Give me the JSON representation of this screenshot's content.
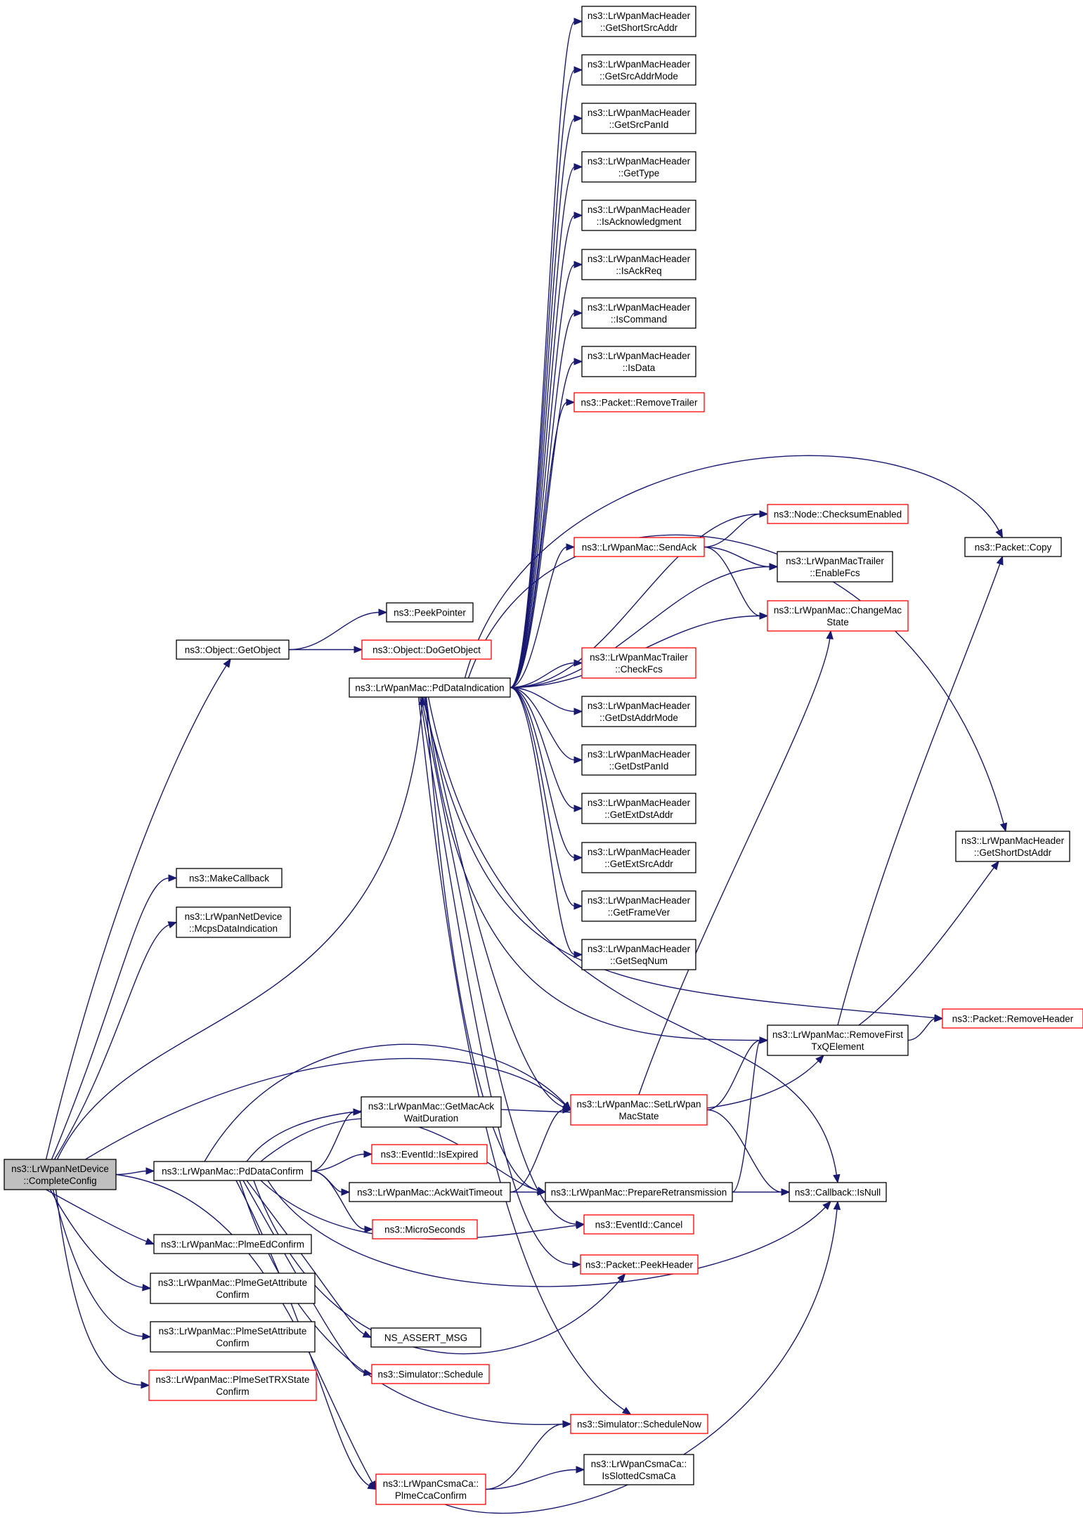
{
  "colors": {
    "edge": "#191970",
    "node_border": "#000000",
    "node_border_incomplete": "#ff0000",
    "node_fill": "#ffffff",
    "root_fill": "#bfbfbf"
  },
  "nodes": [
    {
      "id": "root",
      "lines": [
        "ns3::LrWpanNetDevice",
        "::CompleteConfig"
      ],
      "style": "root"
    },
    {
      "id": "getobject",
      "lines": [
        "ns3::Object::GetObject"
      ],
      "style": "normal"
    },
    {
      "id": "peekpointer",
      "lines": [
        "ns3::PeekPointer"
      ],
      "style": "normal"
    },
    {
      "id": "dogetobject",
      "lines": [
        "ns3::Object::DoGetObject"
      ],
      "style": "red"
    },
    {
      "id": "makecallback",
      "lines": [
        "ns3::MakeCallback"
      ],
      "style": "normal"
    },
    {
      "id": "mcpsdataindication",
      "lines": [
        "ns3::LrWpanNetDevice",
        "::McpsDataIndication"
      ],
      "style": "normal"
    },
    {
      "id": "pddataindication",
      "lines": [
        "ns3::LrWpanMac::PdDataIndication"
      ],
      "style": "normal"
    },
    {
      "id": "pddataconfirm",
      "lines": [
        "ns3::LrWpanMac::PdDataConfirm"
      ],
      "style": "normal"
    },
    {
      "id": "plmeedconfirm",
      "lines": [
        "ns3::LrWpanMac::PlmeEdConfirm"
      ],
      "style": "normal"
    },
    {
      "id": "plmegetattr",
      "lines": [
        "ns3::LrWpanMac::PlmeGetAttribute",
        "Confirm"
      ],
      "style": "normal"
    },
    {
      "id": "plmesetattr",
      "lines": [
        "ns3::LrWpanMac::PlmeSetAttribute",
        "Confirm"
      ],
      "style": "normal"
    },
    {
      "id": "plmesettrx",
      "lines": [
        "ns3::LrWpanMac::PlmeSetTRXState",
        "Confirm"
      ],
      "style": "red"
    },
    {
      "id": "getshortsrcaddr",
      "lines": [
        "ns3::LrWpanMacHeader",
        "::GetShortSrcAddr"
      ],
      "style": "normal"
    },
    {
      "id": "getsrcaddrmode",
      "lines": [
        "ns3::LrWpanMacHeader",
        "::GetSrcAddrMode"
      ],
      "style": "normal"
    },
    {
      "id": "getsrcpanid",
      "lines": [
        "ns3::LrWpanMacHeader",
        "::GetSrcPanId"
      ],
      "style": "normal"
    },
    {
      "id": "gettype",
      "lines": [
        "ns3::LrWpanMacHeader",
        "::GetType"
      ],
      "style": "normal"
    },
    {
      "id": "isack",
      "lines": [
        "ns3::LrWpanMacHeader",
        "::IsAcknowledgment"
      ],
      "style": "normal"
    },
    {
      "id": "isackreq",
      "lines": [
        "ns3::LrWpanMacHeader",
        "::IsAckReq"
      ],
      "style": "normal"
    },
    {
      "id": "iscommand",
      "lines": [
        "ns3::LrWpanMacHeader",
        "::IsCommand"
      ],
      "style": "normal"
    },
    {
      "id": "isdata",
      "lines": [
        "ns3::LrWpanMacHeader",
        "::IsData"
      ],
      "style": "normal"
    },
    {
      "id": "removetrailer",
      "lines": [
        "ns3::Packet::RemoveTrailer"
      ],
      "style": "red"
    },
    {
      "id": "checksumenabled",
      "lines": [
        "ns3::Node::ChecksumEnabled"
      ],
      "style": "red"
    },
    {
      "id": "sendack",
      "lines": [
        "ns3::LrWpanMac::SendAck"
      ],
      "style": "red"
    },
    {
      "id": "enablefcs",
      "lines": [
        "ns3::LrWpanMacTrailer",
        "::EnableFcs"
      ],
      "style": "normal"
    },
    {
      "id": "changemacstate",
      "lines": [
        "ns3::LrWpanMac::ChangeMac",
        "State"
      ],
      "style": "red"
    },
    {
      "id": "checkfcs",
      "lines": [
        "ns3::LrWpanMacTrailer",
        "::CheckFcs"
      ],
      "style": "red"
    },
    {
      "id": "getdstaddrmode",
      "lines": [
        "ns3::LrWpanMacHeader",
        "::GetDstAddrMode"
      ],
      "style": "normal"
    },
    {
      "id": "getdstpanid",
      "lines": [
        "ns3::LrWpanMacHeader",
        "::GetDstPanId"
      ],
      "style": "normal"
    },
    {
      "id": "getextdstaddr",
      "lines": [
        "ns3::LrWpanMacHeader",
        "::GetExtDstAddr"
      ],
      "style": "normal"
    },
    {
      "id": "getextsrcaddr",
      "lines": [
        "ns3::LrWpanMacHeader",
        "::GetExtSrcAddr"
      ],
      "style": "normal"
    },
    {
      "id": "getframever",
      "lines": [
        "ns3::LrWpanMacHeader",
        "::GetFrameVer"
      ],
      "style": "normal"
    },
    {
      "id": "getseqnum",
      "lines": [
        "ns3::LrWpanMacHeader",
        "::GetSeqNum"
      ],
      "style": "normal"
    },
    {
      "id": "packetcopy",
      "lines": [
        "ns3::Packet::Copy"
      ],
      "style": "normal"
    },
    {
      "id": "getshortdstaddr",
      "lines": [
        "ns3::LrWpanMacHeader",
        "::GetShortDstAddr"
      ],
      "style": "normal"
    },
    {
      "id": "removeheader",
      "lines": [
        "ns3::Packet::RemoveHeader"
      ],
      "style": "red"
    },
    {
      "id": "removefirsttxq",
      "lines": [
        "ns3::LrWpanMac::RemoveFirst",
        "TxQElement"
      ],
      "style": "normal"
    },
    {
      "id": "getmacackwait",
      "lines": [
        "ns3::LrWpanMac::GetMacAck",
        "WaitDuration"
      ],
      "style": "normal"
    },
    {
      "id": "setlrwpanmacstate",
      "lines": [
        "ns3::LrWpanMac::SetLrWpan",
        "MacState"
      ],
      "style": "red"
    },
    {
      "id": "isexpired",
      "lines": [
        "ns3::EventId::IsExpired"
      ],
      "style": "red"
    },
    {
      "id": "ackwaittimeout",
      "lines": [
        "ns3::LrWpanMac::AckWaitTimeout"
      ],
      "style": "normal"
    },
    {
      "id": "prepareretrans",
      "lines": [
        "ns3::LrWpanMac::PrepareRetransmission"
      ],
      "style": "normal"
    },
    {
      "id": "callbackisnull",
      "lines": [
        "ns3::Callback::IsNull"
      ],
      "style": "normal"
    },
    {
      "id": "microseconds",
      "lines": [
        "ns3::MicroSeconds"
      ],
      "style": "red"
    },
    {
      "id": "eventcancel",
      "lines": [
        "ns3::EventId::Cancel"
      ],
      "style": "red"
    },
    {
      "id": "peekheader",
      "lines": [
        "ns3::Packet::PeekHeader"
      ],
      "style": "red"
    },
    {
      "id": "nsassertmsg",
      "lines": [
        "NS_ASSERT_MSG"
      ],
      "style": "normal"
    },
    {
      "id": "simschedule",
      "lines": [
        "ns3::Simulator::Schedule"
      ],
      "style": "red"
    },
    {
      "id": "simschedulenow",
      "lines": [
        "ns3::Simulator::ScheduleNow"
      ],
      "style": "red"
    },
    {
      "id": "isslottedcsmaca",
      "lines": [
        "ns3::LrWpanCsmaCa::",
        "IsSlottedCsmaCa"
      ],
      "style": "normal"
    },
    {
      "id": "plmeccaconfirm",
      "lines": [
        "ns3::LrWpanCsmaCa::",
        "PlmeCcaConfirm"
      ],
      "style": "red"
    }
  ],
  "edges": [
    [
      "root",
      "getobject"
    ],
    [
      "root",
      "makecallback"
    ],
    [
      "root",
      "mcpsdataindication"
    ],
    [
      "root",
      "pddataindication"
    ],
    [
      "root",
      "pddataconfirm"
    ],
    [
      "root",
      "setlrwpanmacstate"
    ],
    [
      "root",
      "plmeccaconfirm"
    ],
    [
      "root",
      "plmeedconfirm"
    ],
    [
      "root",
      "plmegetattr"
    ],
    [
      "root",
      "plmesetattr"
    ],
    [
      "root",
      "plmesettrx"
    ],
    [
      "getobject",
      "peekpointer"
    ],
    [
      "getobject",
      "dogetobject"
    ],
    [
      "pddataindication",
      "getshortsrcaddr"
    ],
    [
      "pddataindication",
      "getsrcaddrmode"
    ],
    [
      "pddataindication",
      "getsrcpanid"
    ],
    [
      "pddataindication",
      "gettype"
    ],
    [
      "pddataindication",
      "isack"
    ],
    [
      "pddataindication",
      "isackreq"
    ],
    [
      "pddataindication",
      "iscommand"
    ],
    [
      "pddataindication",
      "isdata"
    ],
    [
      "pddataindication",
      "removetrailer"
    ],
    [
      "pddataindication",
      "packetcopy"
    ],
    [
      "pddataindication",
      "getshortdstaddr"
    ],
    [
      "pddataindication",
      "checksumenabled"
    ],
    [
      "pddataindication",
      "sendack"
    ],
    [
      "pddataindication",
      "enablefcs"
    ],
    [
      "pddataindication",
      "changemacstate"
    ],
    [
      "pddataindication",
      "checkfcs"
    ],
    [
      "pddataindication",
      "getdstaddrmode"
    ],
    [
      "pddataindication",
      "getdstpanid"
    ],
    [
      "pddataindication",
      "getextdstaddr"
    ],
    [
      "pddataindication",
      "getextsrcaddr"
    ],
    [
      "pddataindication",
      "getframever"
    ],
    [
      "pddataindication",
      "getseqnum"
    ],
    [
      "pddataindication",
      "removeheader"
    ],
    [
      "pddataindication",
      "removefirsttxq"
    ],
    [
      "pddataindication",
      "setlrwpanmacstate"
    ],
    [
      "pddataindication",
      "callbackisnull"
    ],
    [
      "pddataindication",
      "prepareretrans"
    ],
    [
      "pddataindication",
      "eventcancel"
    ],
    [
      "pddataindication",
      "peekheader"
    ],
    [
      "pddataindication",
      "simschedulenow"
    ],
    [
      "sendack",
      "checksumenabled"
    ],
    [
      "sendack",
      "enablefcs"
    ],
    [
      "sendack",
      "changemacstate"
    ],
    [
      "removefirsttxq",
      "packetcopy"
    ],
    [
      "removefirsttxq",
      "getshortdstaddr"
    ],
    [
      "removefirsttxq",
      "removeheader"
    ],
    [
      "setlrwpanmacstate",
      "changemacstate"
    ],
    [
      "setlrwpanmacstate",
      "removefirsttxq"
    ],
    [
      "setlrwpanmacstate",
      "callbackisnull"
    ],
    [
      "pddataconfirm",
      "setlrwpanmacstate"
    ],
    [
      "pddataconfirm",
      "removefirsttxq"
    ],
    [
      "pddataconfirm",
      "getmacackwait"
    ],
    [
      "pddataconfirm",
      "isexpired"
    ],
    [
      "pddataconfirm",
      "ackwaittimeout"
    ],
    [
      "pddataconfirm",
      "prepareretrans"
    ],
    [
      "pddataconfirm",
      "microseconds"
    ],
    [
      "pddataconfirm",
      "eventcancel"
    ],
    [
      "pddataconfirm",
      "callbackisnull"
    ],
    [
      "pddataconfirm",
      "peekheader"
    ],
    [
      "pddataconfirm",
      "nsassertmsg"
    ],
    [
      "pddataconfirm",
      "simschedule"
    ],
    [
      "pddataconfirm",
      "simschedulenow"
    ],
    [
      "pddataconfirm",
      "plmeccaconfirm"
    ],
    [
      "ackwaittimeout",
      "setlrwpanmacstate"
    ],
    [
      "ackwaittimeout",
      "prepareretrans"
    ],
    [
      "prepareretrans",
      "removefirsttxq"
    ],
    [
      "prepareretrans",
      "callbackisnull"
    ],
    [
      "plmeccaconfirm",
      "simschedulenow"
    ],
    [
      "plmeccaconfirm",
      "isslottedcsmaca"
    ],
    [
      "plmeccaconfirm",
      "callbackisnull"
    ]
  ]
}
